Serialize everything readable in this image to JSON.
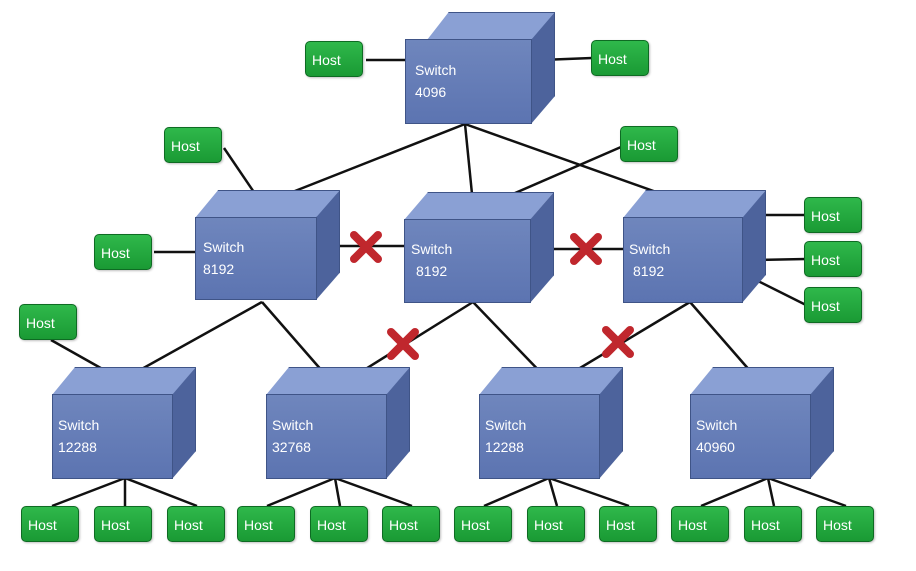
{
  "switches": [
    {
      "id": "s0",
      "name": "Switch",
      "value": "4096"
    },
    {
      "id": "s1",
      "name": "Switch",
      "value": "8192"
    },
    {
      "id": "s2",
      "name": "Switch",
      "value": "8192"
    },
    {
      "id": "s3",
      "name": "Switch",
      "value": "8192"
    },
    {
      "id": "s4",
      "name": "Switch",
      "value": "12288"
    },
    {
      "id": "s5",
      "name": "Switch",
      "value": "32768"
    },
    {
      "id": "s6",
      "name": "Switch",
      "value": "12288"
    },
    {
      "id": "s7",
      "name": "Switch",
      "value": "40960"
    }
  ],
  "host_label": "Host",
  "colors": {
    "switch_front": "#6177b3",
    "switch_top": "#8aa0d4",
    "switch_side": "#4d639c",
    "host_fill": "#22a83d",
    "link": "#111111",
    "blocked_mark": "#c0272d"
  },
  "blocked_links": [
    {
      "from": "s1",
      "to": "s2"
    },
    {
      "from": "s2",
      "to": "s3"
    },
    {
      "from": "s2",
      "to": "s5"
    },
    {
      "from": "s3",
      "to": "s6"
    }
  ]
}
